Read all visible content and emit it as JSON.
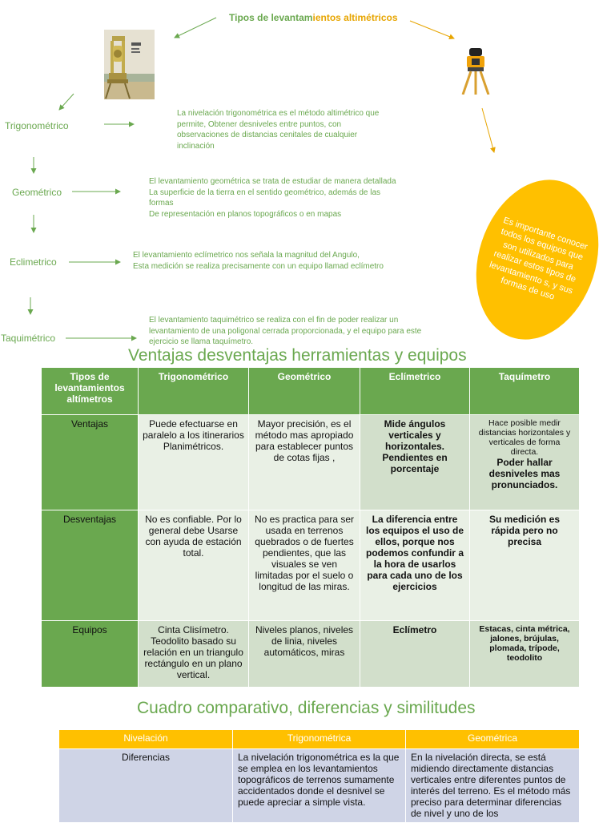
{
  "diagram": {
    "title_part1": "Tipos de levantam",
    "title_part2": "ientos altimétricos",
    "types": [
      {
        "label": "Trigonométrico",
        "description": "La nivelación trigonométrica es el método altimétrico que permite, Obtener desniveles entre puntos, con observaciones de distancias cenitales de cualquier inclinación"
      },
      {
        "label": "Geométrico",
        "description": "El levantamiento geométrica se trata de estudiar de manera detallada\nLa superficie de la tierra en el sentido geométrico, además de las formas\nDe representación en planos topográficos o en mapas"
      },
      {
        "label": "Eclimetrico",
        "description": "El levantamiento eclímetrico nos señala la magnitud del Angulo,\nEsta medición se realiza precisamente con un equipo llamad eclímetro"
      },
      {
        "label": "Taquimétrico",
        "description": "El levantamiento taquimétrico se realiza con el fin de poder realizar un levantamiento de una poligonal cerrada proporcionada, y el equipo para este ejercicio se llama taquímetro."
      }
    ],
    "oval_text": "Es importante conocer todos los equipos que son utilizados para realizar estos tipos de levantamiento s, y sus formas de uso"
  },
  "table1": {
    "title": "Ventajas desventajas herramientas y equipos",
    "headers": [
      "Tipos de levantamientos altímetros",
      "Trigonométrico",
      "Geométrico",
      "Eclímetrico",
      "Taquímetro"
    ],
    "rows": [
      {
        "label": "Ventajas",
        "cells": [
          "Puede efectuarse en paralelo a los itinerarios Planimétricos.",
          "Mayor precisión, es el método mas apropiado para establecer puntos de cotas fijas ,",
          "Mide ángulos verticales y horizontales. Pendientes en porcentaje",
          "Hace posible medir distancias horizontales y verticales de forma directa.",
          "Poder hallar desniveles mas pronunciados."
        ]
      },
      {
        "label": "Desventajas",
        "cells": [
          "No es confiable. Por lo general debe Usarse con ayuda de estación total.",
          "No es practica para ser usada en terrenos quebrados o de fuertes pendientes, que las visuales se ven limitadas por el suelo o longitud de las miras.",
          "La diferencia entre los equipos el uso de ellos, porque nos podemos confundir a la hora de usarlos para cada uno de los ejercicios",
          "Su medición es rápida pero no precisa"
        ]
      },
      {
        "label": "Equipos",
        "cells": [
          "Cinta Clisímetro. Teodolito basado su relación en un triangulo rectángulo en un plano vertical.",
          "Niveles planos, niveles de linia, niveles automáticos, miras",
          "Eclímetro",
          "Estacas, cinta métrica, jalones, brújulas, plomada, trípode, teodolito"
        ]
      }
    ]
  },
  "table2": {
    "title": "Cuadro comparativo, diferencias y similitudes",
    "headers": [
      "Nivelación",
      "Trigonométrica",
      "Geométrica"
    ],
    "rows": [
      {
        "label": "Diferencias",
        "cells": [
          "La nivelación trigonométrica es la que se emplea en los levantamientos topográficos de terrenos sumamente accidentados donde el desnivel se puede apreciar a simple vista.",
          "En la nivelación directa, se está midiendo directamente distancias verticales entre diferentes puntos de interés del terreno. Es el método más preciso para determinar diferencias de nivel y uno de los"
        ]
      }
    ]
  },
  "colors": {
    "green": "#6aa84f",
    "yellow": "#ffc000",
    "lavender": "#cfd4e6"
  },
  "images": [
    "theodolite-photo",
    "total-station-on-tripod"
  ]
}
